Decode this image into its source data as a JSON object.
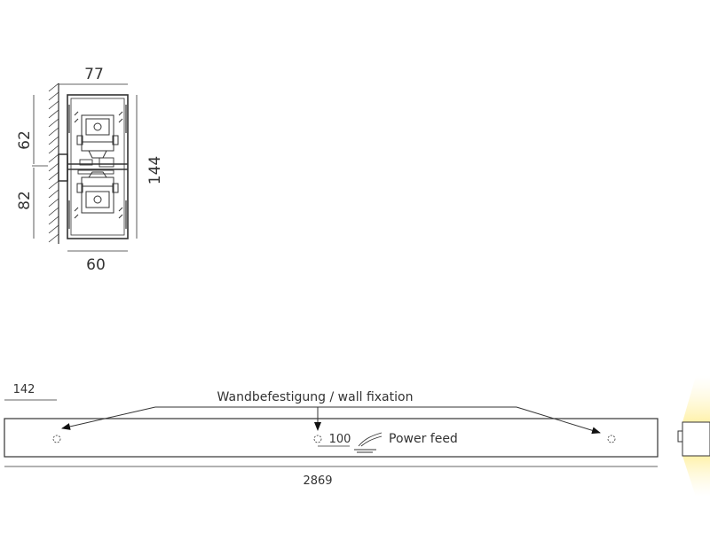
{
  "section_view": {
    "width_top": "77",
    "width_bottom": "60",
    "height_upper": "62",
    "height_lower": "82",
    "height_total": "144"
  },
  "elevation_view": {
    "offset": "142",
    "fixation_label": "Wandbefestigung / wall fixation",
    "cable_dim": "100",
    "power_label": "Power feed",
    "length": "2869"
  },
  "colors": {
    "line": "#333333",
    "light_glow": "#fff1a6"
  }
}
